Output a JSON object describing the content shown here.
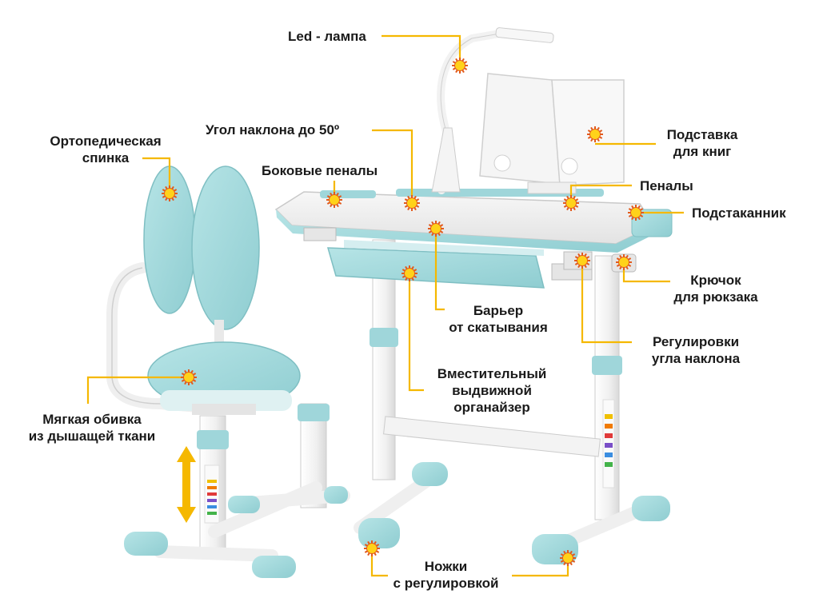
{
  "colors": {
    "accent": "#f5b800",
    "sun_core": "#ffd21a",
    "sun_ray": "#e25a1c",
    "mint": "#a7dcdf",
    "mint_dark": "#86c6ca",
    "frame": "#f2f2f2",
    "frame_edge": "#c8c8c8",
    "arrow": "#f5b800",
    "text": "#1a1a1a"
  },
  "callouts": {
    "led_lamp": {
      "lines": [
        "Led - лампа"
      ],
      "icon": "sun-marker-icon"
    },
    "tilt_angle": {
      "lines": [
        "Угол наклона до 50º"
      ],
      "icon": "sun-marker-icon"
    },
    "side_pencil_cases": {
      "lines": [
        "Боковые пеналы"
      ],
      "icon": "sun-marker-icon"
    },
    "orthopedic_back": {
      "lines": [
        "Ортопедическая",
        "спинка"
      ],
      "icon": "sun-marker-icon"
    },
    "book_stand": {
      "lines": [
        "Подставка",
        "для книг"
      ],
      "icon": "sun-marker-icon"
    },
    "pencil_cases": {
      "lines": [
        "Пеналы"
      ],
      "icon": "sun-marker-icon"
    },
    "cup_holder": {
      "lines": [
        "Подстаканник"
      ],
      "icon": "sun-marker-icon"
    },
    "backpack_hook": {
      "lines": [
        "Крючок",
        "для рюкзака"
      ],
      "icon": "sun-marker-icon"
    },
    "anti_roll_barrier": {
      "lines": [
        "Барьер",
        "от скатывания"
      ],
      "icon": "sun-marker-icon"
    },
    "tilt_adjusters": {
      "lines": [
        "Регулировки",
        "угла наклона"
      ],
      "icon": "sun-marker-icon"
    },
    "organizer": {
      "lines": [
        "Вместительный",
        "выдвижной",
        "органайзер"
      ],
      "icon": "sun-marker-icon"
    },
    "soft_upholstery": {
      "lines": [
        "Мягкая обивка",
        "из дышащей ткани"
      ],
      "icon": "sun-marker-icon"
    },
    "adjustable_legs": {
      "lines": [
        "Ножки",
        "с регулировкой"
      ],
      "icon": "sun-marker-icon"
    }
  },
  "height_arrow": {
    "icon": "double-arrow-vertical-icon"
  }
}
